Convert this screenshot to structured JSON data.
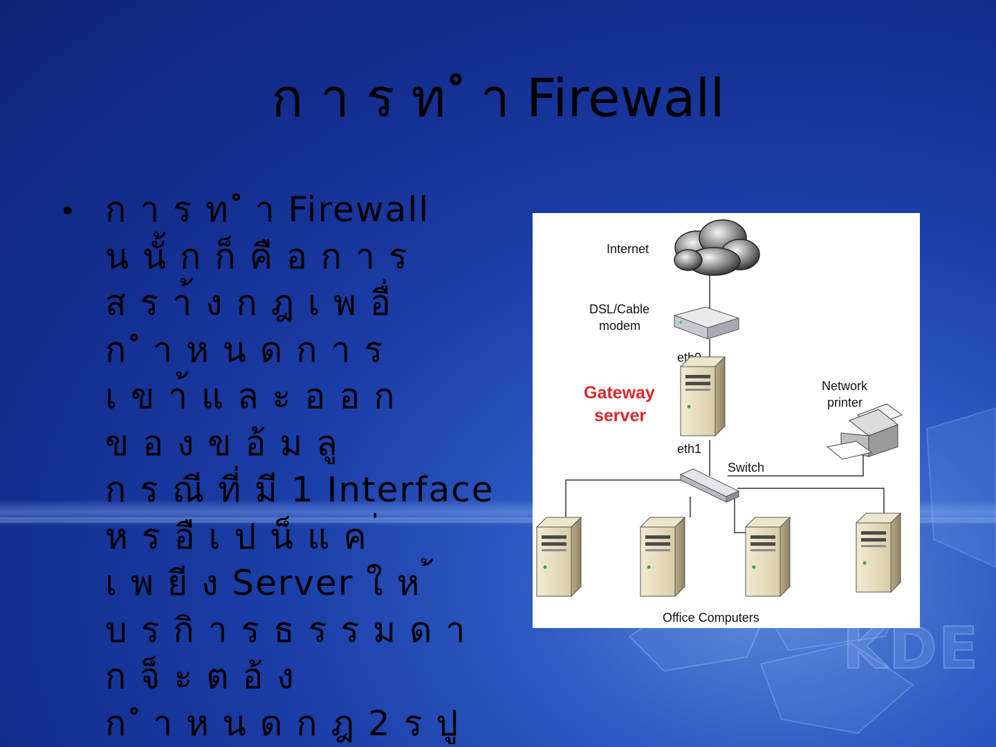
{
  "slide": {
    "title": "ก า ร ท ํ า Firewall",
    "bullets": [
      "ก า ร ท ํ า Firewall",
      "น นั้ ก ก็ คื อ ก า ร",
      "ส ร า้ ง ก ฎ เ พ อื่",
      "ก ํ า ห น ด ก า ร",
      "เ ข า้ แ ล ะ อ อ ก",
      "ข อ ง ข อ้ ม ลู",
      "ก ร ณี ที่ มี 1 Interface",
      "ห ร อื เ ป น็ แ ค ่",
      "เ พ ยี ง Server ใ ห ้",
      "บ ร กิ า ร ธ ร ร ม ด า",
      "ก จ็ ะ ต อ้ ง",
      "ก ํ า ห น ด ก ฎ 2 ร ปู"
    ],
    "watermark": "KDE"
  },
  "diagram": {
    "internet": "Internet",
    "modem_line1": "DSL/Cable",
    "modem_line2": "modem",
    "eth0": "eth0",
    "eth1": "eth1",
    "gateway_line1": "Gateway",
    "gateway_line2": "server",
    "printer_line1": "Network",
    "printer_line2": "printer",
    "switch": "Switch",
    "office": "Office Computers"
  },
  "colors": {
    "background": "#1b3ea8",
    "text": "#000000",
    "gateway_label": "#d8282a",
    "diagram_bg": "#ffffff"
  }
}
